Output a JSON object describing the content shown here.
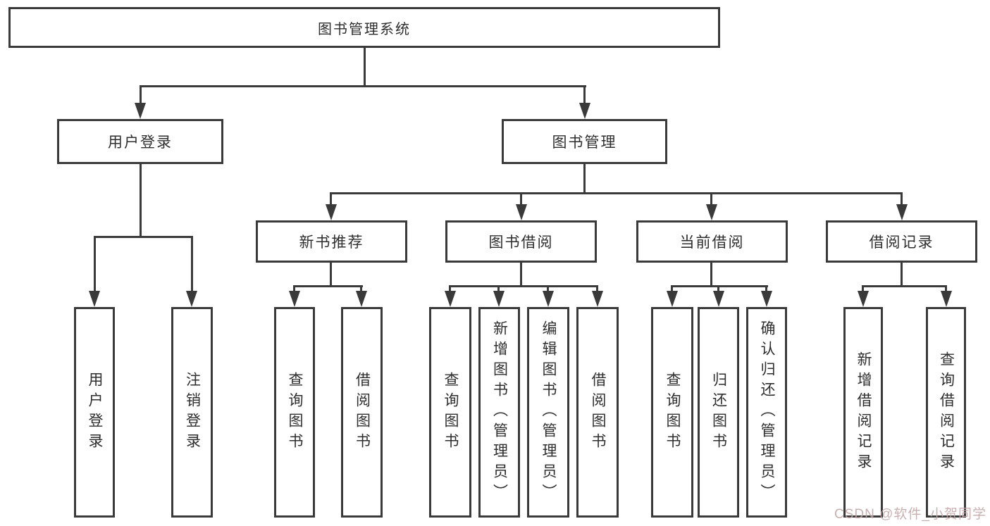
{
  "colors": {
    "background": "#ffffff",
    "line": "#3a3a3a",
    "box_border": "#3a3a3a",
    "text": "#2e2e2e",
    "watermark": "#c3a8a8"
  },
  "diagram": {
    "type": "hierarchy-tree",
    "root": {
      "label": "图书管理系统"
    },
    "level2": [
      {
        "label": "用户登录",
        "parent": "图书管理系统"
      },
      {
        "label": "图书管理",
        "parent": "图书管理系统"
      }
    ],
    "level3": [
      {
        "label": "新书推荐",
        "parent": "图书管理"
      },
      {
        "label": "图书借阅",
        "parent": "图书管理"
      },
      {
        "label": "当前借阅",
        "parent": "图书管理"
      },
      {
        "label": "借阅记录",
        "parent": "图书管理"
      }
    ],
    "leaves": [
      {
        "label": "用户登录",
        "parent": "用户登录"
      },
      {
        "label": "注销登录",
        "parent": "用户登录"
      },
      {
        "label": "查询图书",
        "parent": "新书推荐"
      },
      {
        "label": "借阅图书",
        "parent": "新书推荐"
      },
      {
        "label": "查询图书",
        "parent": "图书借阅"
      },
      {
        "label": "新增图书（管理员）",
        "parent": "图书借阅"
      },
      {
        "label": "编辑图书（管理员）",
        "parent": "图书借阅"
      },
      {
        "label": "借阅图书",
        "parent": "图书借阅"
      },
      {
        "label": "查询图书",
        "parent": "当前借阅"
      },
      {
        "label": "归还图书",
        "parent": "当前借阅"
      },
      {
        "label": "确认归还（管理员）",
        "parent": "当前借阅"
      },
      {
        "label": "新增借阅记录",
        "parent": "借阅记录"
      },
      {
        "label": "查询借阅记录",
        "parent": "借阅记录"
      }
    ]
  },
  "watermark": {
    "text": "CSDN @软件_小贺同学"
  }
}
